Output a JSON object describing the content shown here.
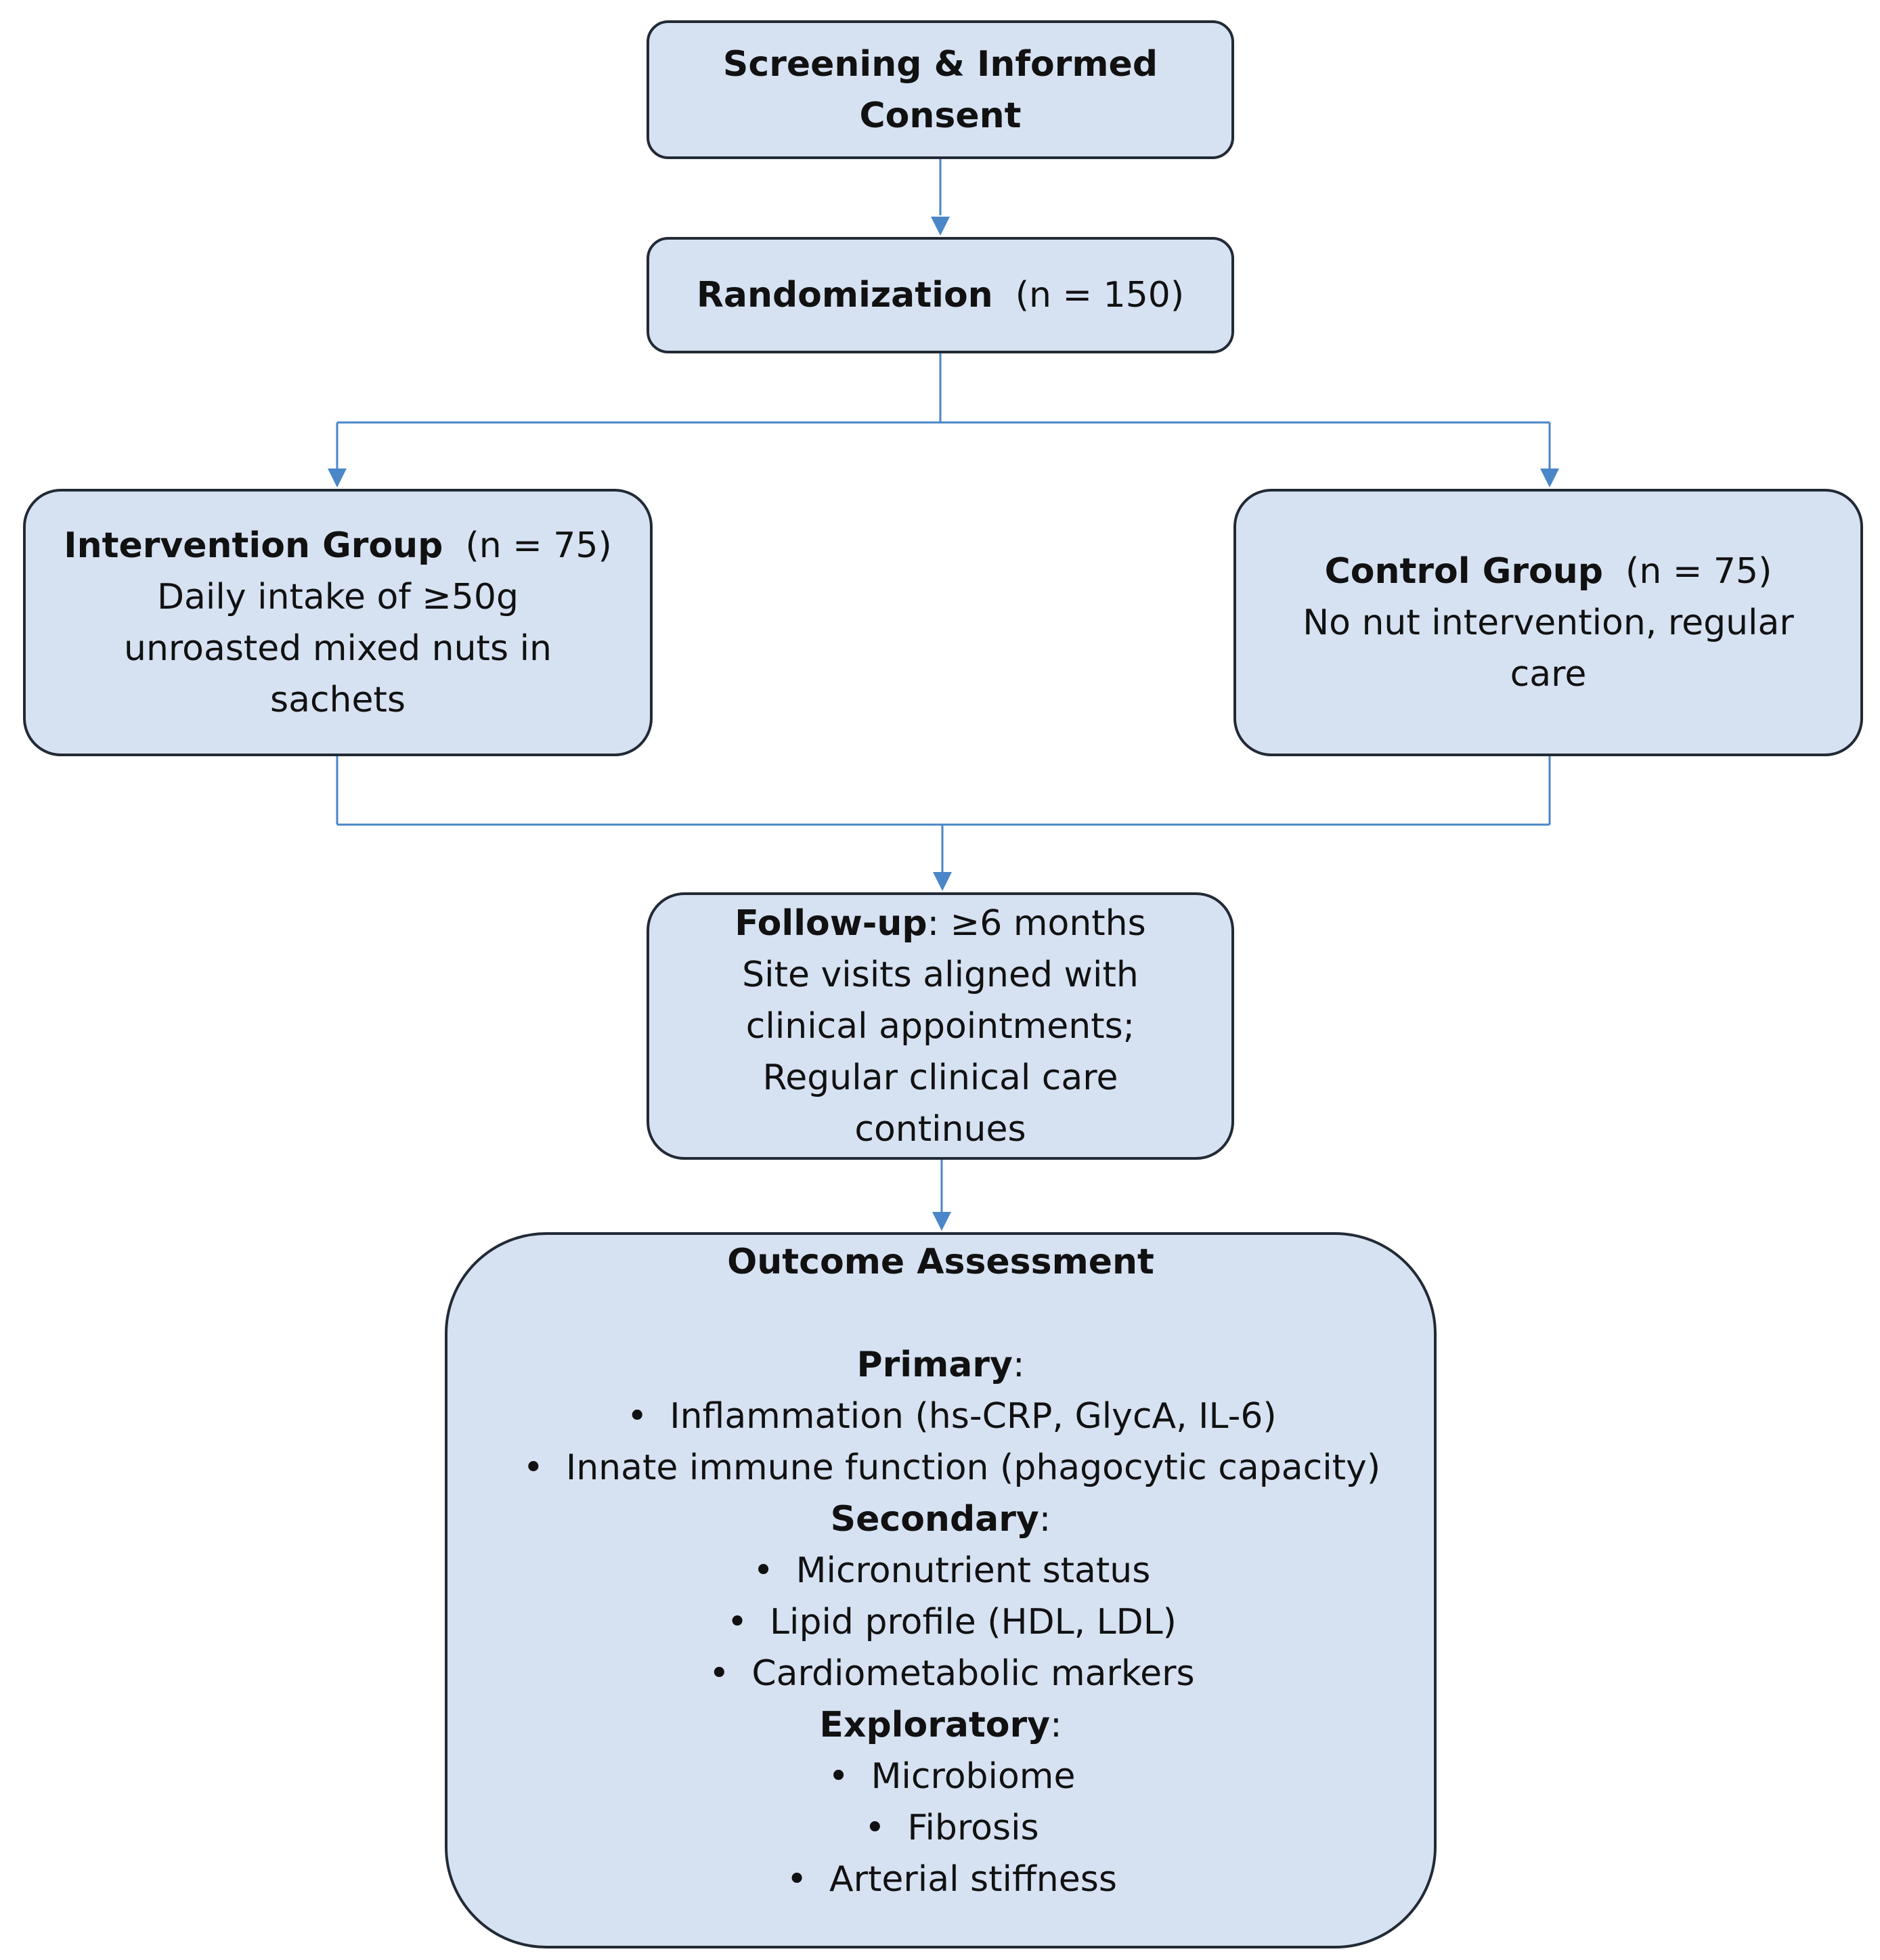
{
  "nodes": {
    "consent": {
      "title_line1": "Screening & Informed",
      "title_line2": "Consent"
    },
    "randomization": {
      "title": "Randomization",
      "count": "(n = 150)"
    },
    "intervention": {
      "title": "Intervention Group",
      "count": "(n = 75)",
      "desc_lines": [
        "Daily intake of ≥50g",
        "unroasted mixed nuts in",
        "sachets"
      ]
    },
    "control": {
      "title": "Control Group",
      "count": "(n = 75)",
      "desc_lines": [
        "No nut intervention, regular",
        "care"
      ]
    },
    "followup": {
      "title": "Follow-up",
      "duration": ": ≥6 months",
      "desc_lines": [
        "Site visits aligned with",
        "clinical appointments;",
        "Regular clinical care",
        "continues"
      ]
    },
    "outcome": {
      "title": "Outcome Assessment",
      "primary_label": "Primary",
      "primary_items": [
        "Inflammation (hs-CRP, GlycA, IL-6)",
        "Innate immune function (phagocytic capacity)"
      ],
      "secondary_label": "Secondary",
      "secondary_items": [
        "Micronutrient status",
        "Lipid profile (HDL, LDL)",
        "Cardiometabolic markers"
      ],
      "exploratory_label": "Exploratory",
      "exploratory_items": [
        "Microbiome",
        "Fibrosis",
        "Arterial stiffness"
      ],
      "label_suffix": ":",
      "bullet_char": "•"
    }
  },
  "colors": {
    "box_fill": "#d6e2f2",
    "box_border": "#222a35",
    "connector": "#4a86c8"
  }
}
